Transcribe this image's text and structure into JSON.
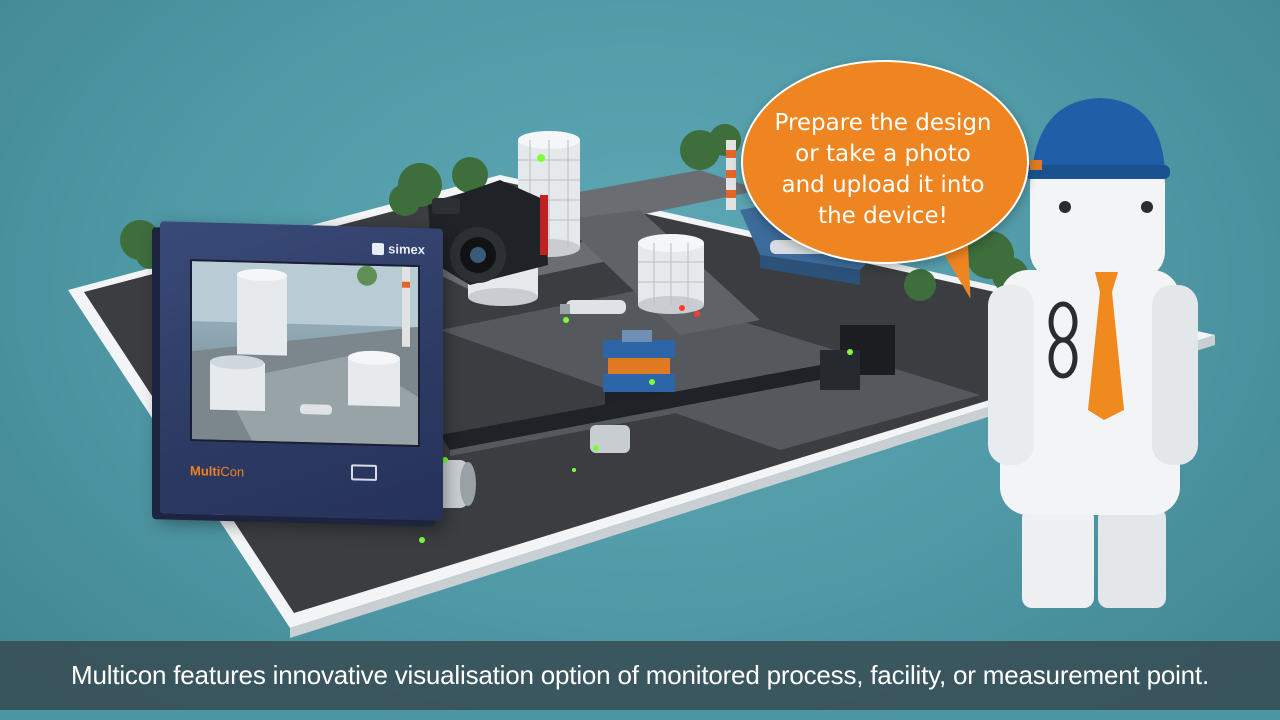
{
  "device": {
    "brand": "simex",
    "model_part1": "Multi",
    "model_part2": "Con"
  },
  "speech_bubble": {
    "lines": [
      "Prepare the design",
      "or take a photo",
      "and upload it into",
      "the device!"
    ]
  },
  "caption": {
    "text": "Multicon features innovative visualisation option of monitored process, facility, or measurement point."
  },
  "colors": {
    "background": "#4f98a5",
    "bubble": "#ef8520",
    "monitor": "#2c3a63",
    "caption_bar": "#374b52",
    "helmet": "#1f5fa8",
    "tie": "#f08a1e"
  },
  "icons": [
    "camera-icon",
    "usb-port-icon",
    "simex-logo-icon"
  ]
}
